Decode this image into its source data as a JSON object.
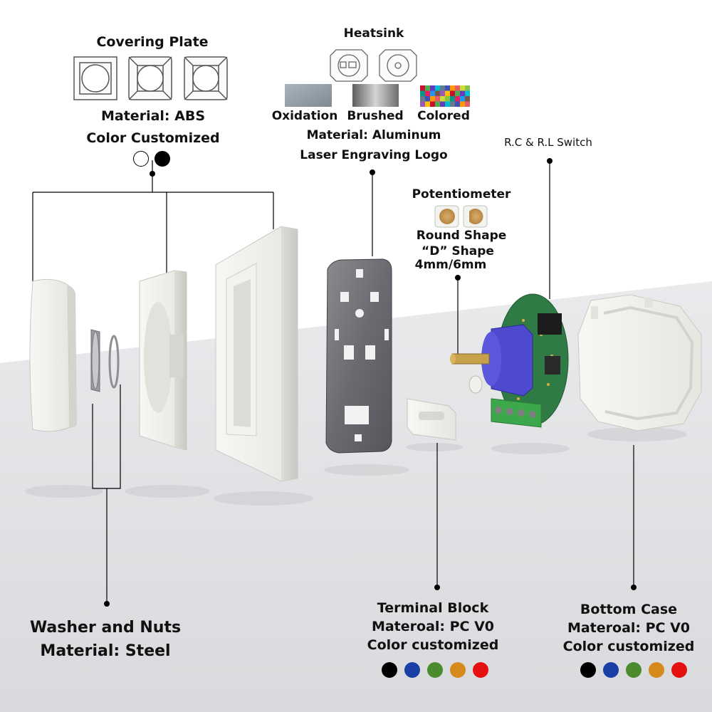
{
  "covering_plate": {
    "title": "Covering Plate",
    "material": "Material: ABS",
    "color_note": "Color Customized",
    "color_options": [
      "#ffffff",
      "#000000"
    ]
  },
  "heatsink": {
    "title": "Heatsink",
    "finishes": [
      "Oxidation",
      "Brushed",
      "Colored"
    ],
    "material": "Material: Aluminum",
    "logo_note": "Laser Engraving Logo"
  },
  "switch_label": "R.C & R.L Switch",
  "potentiometer": {
    "title": "Potentiometer",
    "shape_round": "Round Shape",
    "shape_d": "“D” Shape",
    "size": "4mm/6mm"
  },
  "washer": {
    "title": "Washer and Nuts",
    "material": "Material: Steel"
  },
  "terminal_block": {
    "title": "Terminal Block",
    "material": "Materoal: PC V0",
    "color_note": "Color customized",
    "color_options": [
      "#000000",
      "#1a3fa6",
      "#4c8a2e",
      "#d68a1c",
      "#e51010"
    ]
  },
  "bottom_case": {
    "title": "Bottom Case",
    "material": "Materoal: PC V0",
    "color_note": "Color customized",
    "color_options": [
      "#000000",
      "#1a3fa6",
      "#4c8a2e",
      "#d68a1c",
      "#e51010"
    ]
  }
}
